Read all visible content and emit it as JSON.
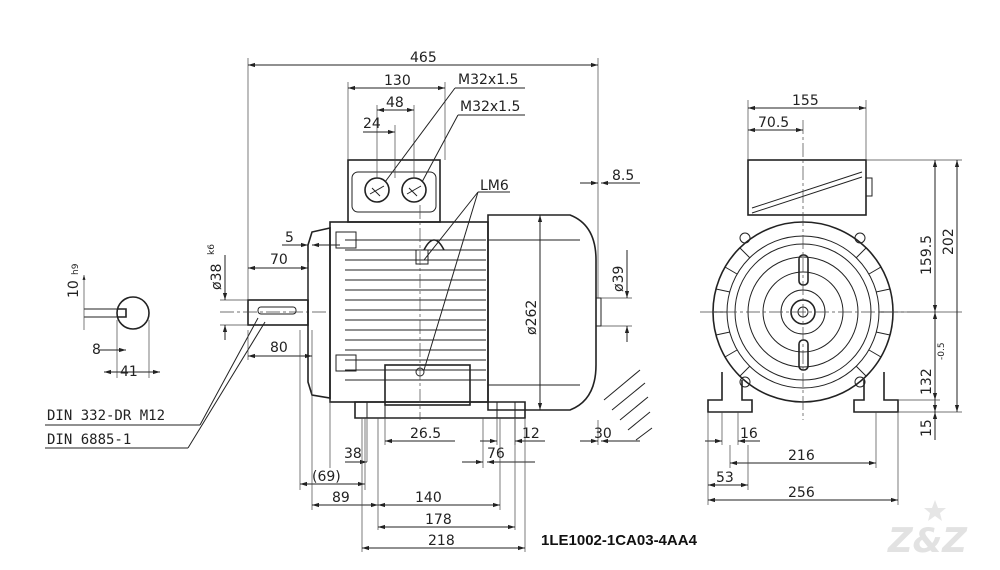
{
  "dims": {
    "d465": "465",
    "d130": "130",
    "d48": "48",
    "d24": "24",
    "m32a": "M32x1.5",
    "m32b": "M32x1.5",
    "lm6": "LM6",
    "d8_5": "8.5",
    "d5": "5",
    "d70": "70",
    "d38": "ø38",
    "k6": "k6",
    "d39": "ø39",
    "d262": "ø262",
    "d80": "80",
    "d26_5": "26.5",
    "d12": "12",
    "d30": "30",
    "d38b": "38",
    "d76": "76",
    "d69": "(69)",
    "d89": "89",
    "d140": "140",
    "d178": "178",
    "d218": "218",
    "d10": "10",
    "h9": "h9",
    "d8": "8",
    "d41": "41",
    "d155": "155",
    "d70_5": "70.5",
    "d159_5": "159.5",
    "d202": "202",
    "d132": "132",
    "tol132": "-0.5",
    "d16": "16",
    "d216": "216",
    "d53": "53",
    "d256": "256",
    "d15": "15"
  },
  "labels": {
    "din332": "DIN 332-DR M12",
    "din6885": "DIN 6885-1",
    "part_number": "1LE1002-1CA03-4AA4"
  },
  "logo": {
    "text": "Z&Z"
  }
}
